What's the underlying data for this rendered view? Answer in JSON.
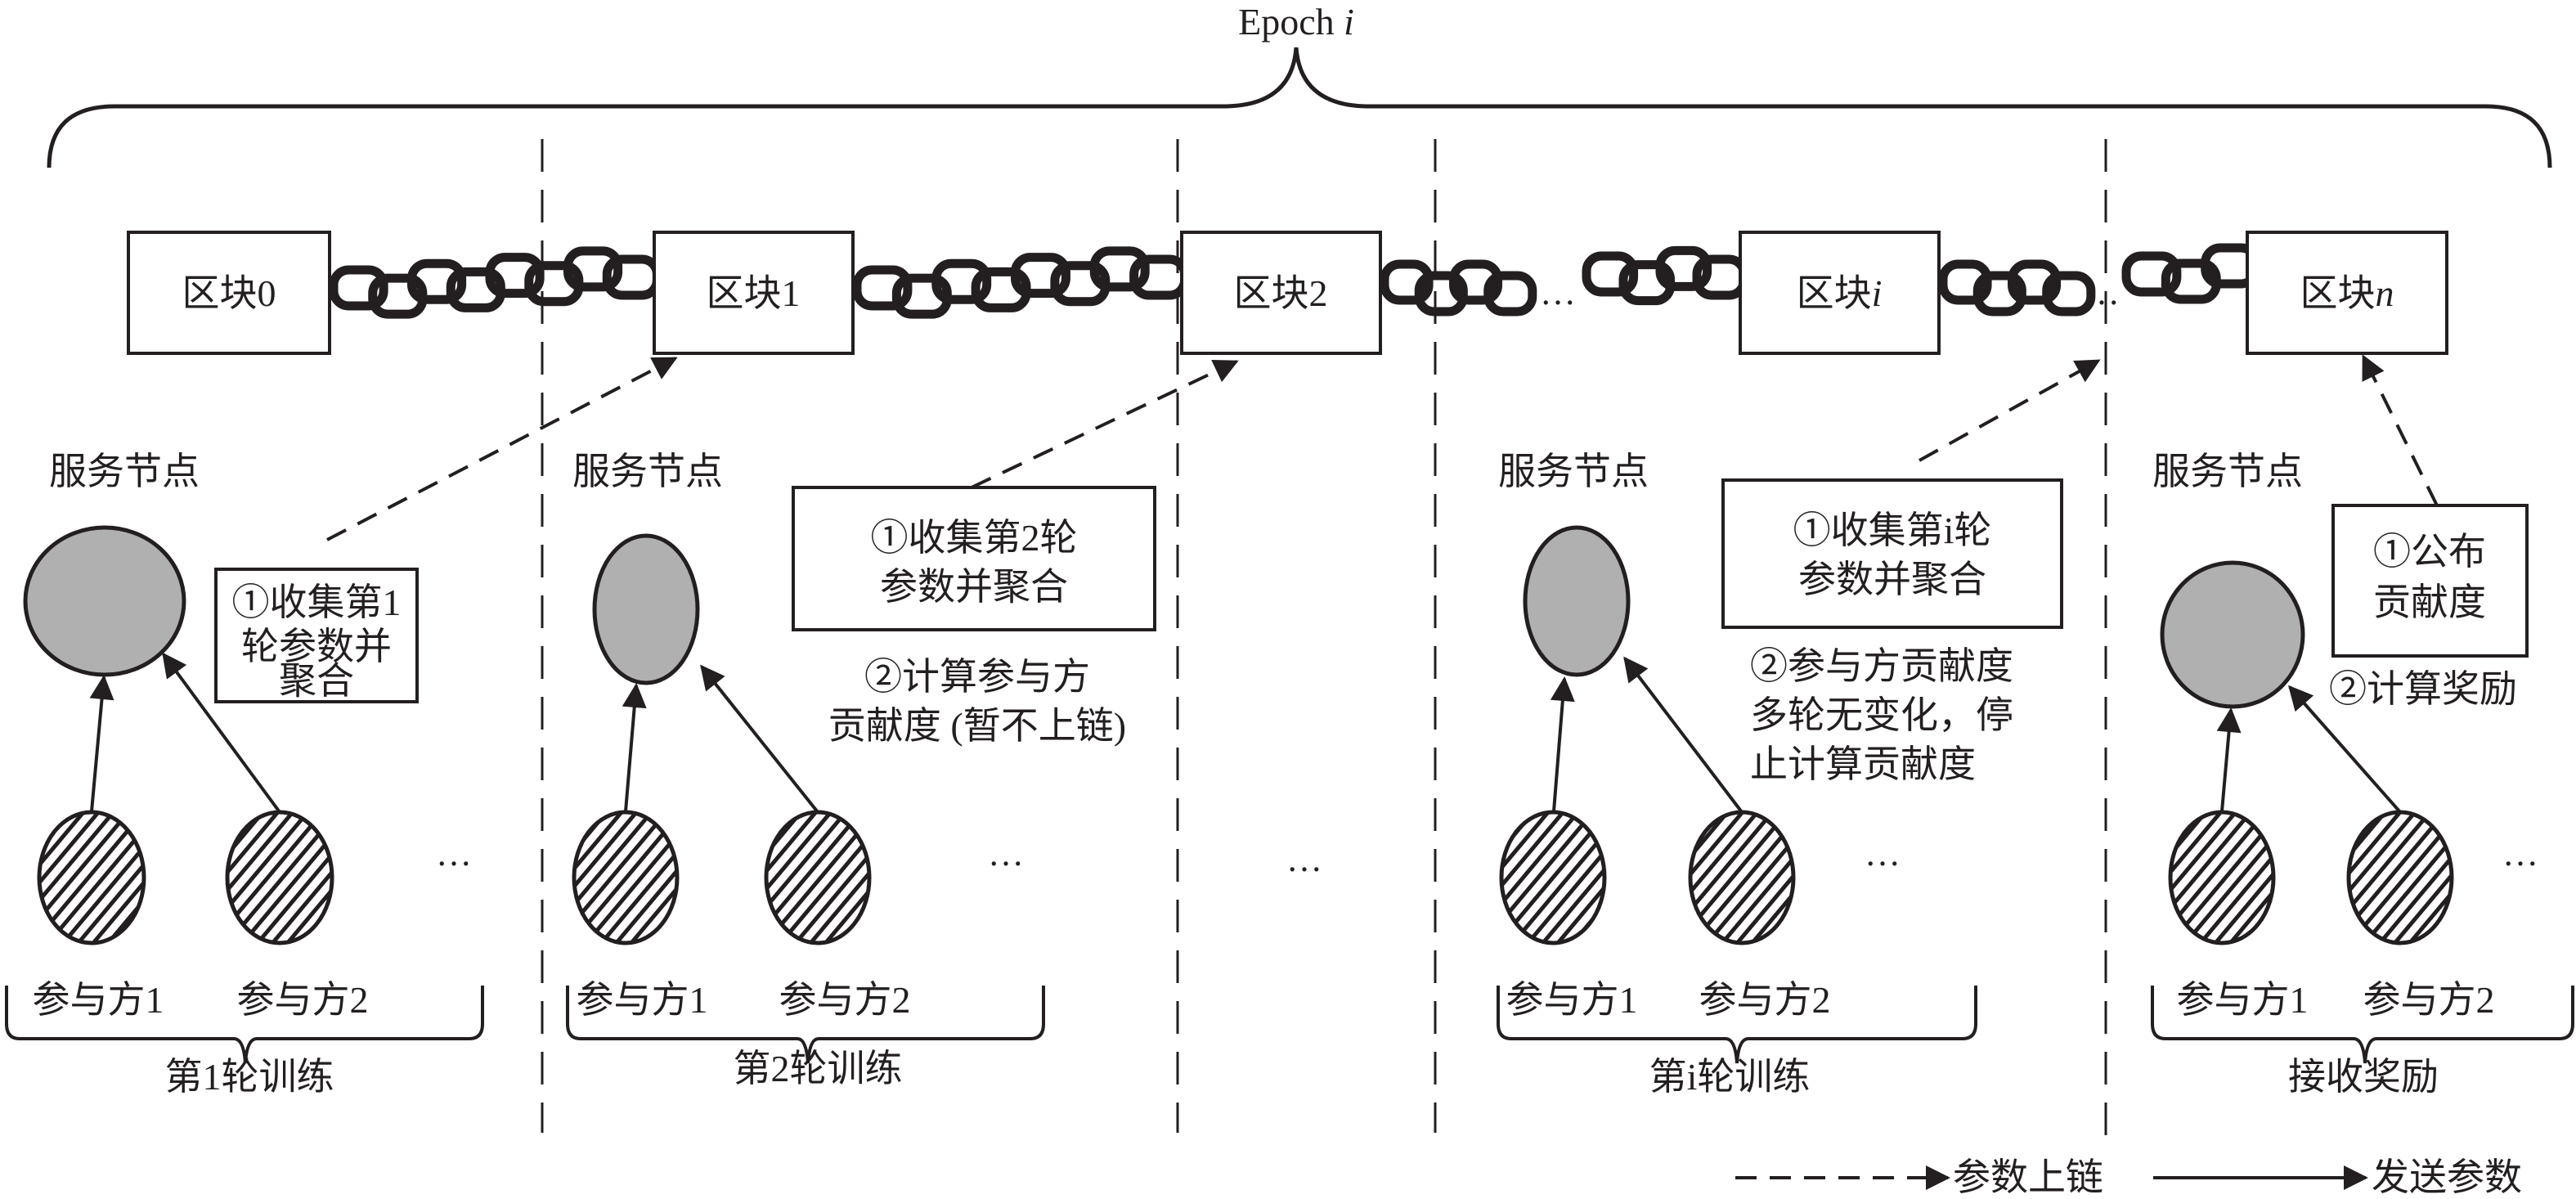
{
  "title": "Epoch i",
  "title_parts": {
    "main": "Epoch ",
    "italic": "i"
  },
  "colors": {
    "ink": "#231f20",
    "server_fill": "#b0b0b0",
    "background": "#ffffff"
  },
  "blocks": [
    {
      "label": "区块0",
      "prefix": "区块",
      "suffix": "0",
      "suffix_italic": false
    },
    {
      "label": "区块1",
      "prefix": "区块",
      "suffix": "1",
      "suffix_italic": false
    },
    {
      "label": "区块2",
      "prefix": "区块",
      "suffix": "2",
      "suffix_italic": false
    },
    {
      "label": "区块i",
      "prefix": "区块",
      "suffix": "i",
      "suffix_italic": true
    },
    {
      "label": "区块n",
      "prefix": "区块",
      "suffix": "n",
      "suffix_italic": true
    }
  ],
  "sections": [
    {
      "server_label": "服务节点",
      "step1_lines": [
        "①收集第1",
        "轮参数并",
        "聚合"
      ],
      "step2_lines": [],
      "participants": [
        "参与方1",
        "参与方2"
      ],
      "more": "…",
      "round_label": "第1轮训练"
    },
    {
      "server_label": "服务节点",
      "step1_lines": [
        "①收集第2轮",
        "参数并聚合"
      ],
      "step2_lines": [
        "②计算参与方",
        "贡献度 (暂不上链)"
      ],
      "participants": [
        "参与方1",
        "参与方2"
      ],
      "more": "…",
      "round_label": "第2轮训练"
    },
    {
      "server_label": "服务节点",
      "step1_lines": [
        "①收集第i轮",
        "参数并聚合"
      ],
      "step2_lines": [
        "②参与方贡献度",
        "多轮无变化，停",
        "止计算贡献度"
      ],
      "participants": [
        "参与方1",
        "参与方2"
      ],
      "more": "…",
      "round_label": "第i轮训练"
    },
    {
      "server_label": "服务节点",
      "step1_lines": [
        "①公布",
        "贡献度"
      ],
      "step2_lines": [
        "②计算奖励"
      ],
      "participants": [
        "参与方1",
        "参与方2"
      ],
      "more": "…",
      "round_label": "接收奖励"
    }
  ],
  "middle_ellipsis": "…",
  "chain_ellipsis": "…",
  "legend": [
    {
      "style": "dashed",
      "label": "参数上链"
    },
    {
      "style": "solid",
      "label": "发送参数"
    }
  ]
}
